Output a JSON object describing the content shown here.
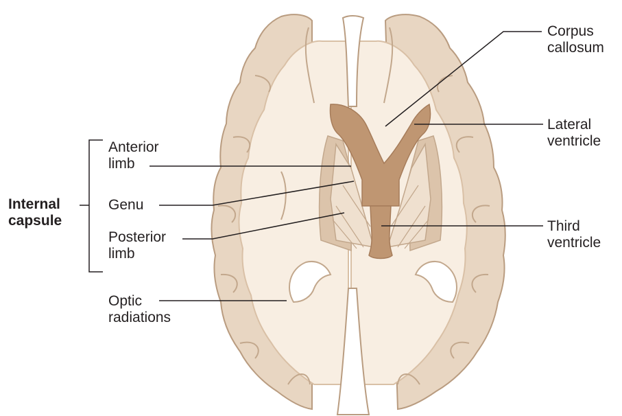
{
  "labels": {
    "corpus_callosum": [
      "Corpus",
      "callosum"
    ],
    "lateral_ventricle": [
      "Lateral",
      "ventricle"
    ],
    "third_ventricle": [
      "Third",
      "ventricle"
    ],
    "anterior_limb": [
      "Anterior",
      "limb"
    ],
    "genu": "Genu",
    "posterior_limb": [
      "Posterior",
      "limb"
    ],
    "optic_radiations": [
      "Optic",
      "radiations"
    ],
    "internal_capsule": [
      "Internal",
      "capsule"
    ]
  },
  "colors": {
    "cortex": "#e8d6c2",
    "white_matter": "#f8eee2",
    "outline": "#c2a78c",
    "ventricle": "#bf9672",
    "nuclei": "#dcc4ab",
    "capsule": "#efe0cf",
    "leader": "#231f20"
  }
}
